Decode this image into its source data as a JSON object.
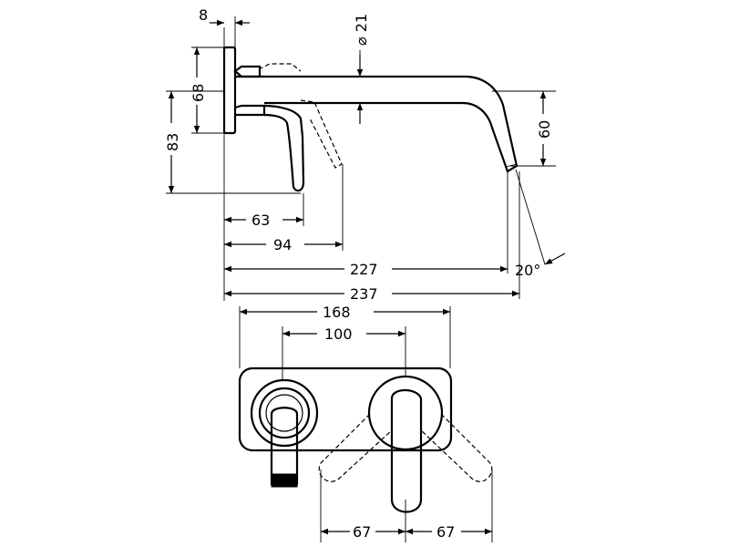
{
  "drawing": {
    "side_view": {
      "dimensions": {
        "plate_thickness": "8",
        "spout_diameter": "⌀ 21",
        "plate_height": "68",
        "total_height": "83",
        "spout_drop": "60",
        "handle_depth": "63",
        "handle_swing_depth": "94",
        "spout_projection": "227",
        "total_projection": "237",
        "spray_angle": "20°"
      }
    },
    "front_view": {
      "dimensions": {
        "plate_width": "168",
        "center_distance": "100",
        "handle_swing_left": "67",
        "handle_swing_right": "67"
      }
    }
  }
}
